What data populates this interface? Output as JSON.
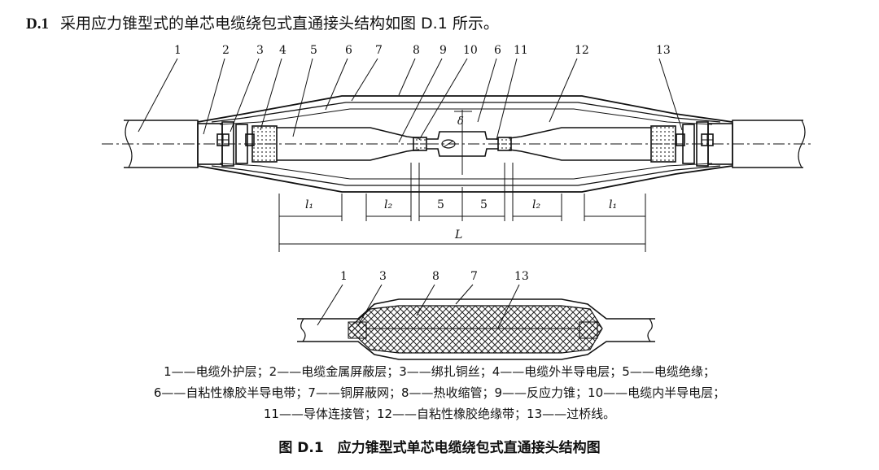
{
  "heading": {
    "number": "D.1",
    "text": "采用应力锥型式的单芯电缆绕包式直通接头结构如图 D.1 所示。"
  },
  "top_callouts": [
    "1",
    "2",
    "3",
    "4",
    "5",
    "6",
    "7",
    "8",
    "9",
    "10",
    "6",
    "11",
    "12",
    "13"
  ],
  "dimensions": {
    "l1": "l₁",
    "l2": "l₂",
    "five": "5",
    "total": "L"
  },
  "bottom_callouts": [
    "1",
    "3",
    "8",
    "7",
    "13"
  ],
  "legend": {
    "line1": "1——电缆外护层；2——电缆金属屏蔽层；3——绑扎铜丝；4——电缆外半导电层；5——电缆绝缘；",
    "line2": "6——自粘性橡胶半导电带；7——铜屏蔽网；8——热收缩管；9——反应力锥；10——电缆内半导电层；",
    "line3": "11——导体连接管；12——自粘性橡胶绝缘带；13——过桥线。"
  },
  "caption": "图 D.1　应力锥型式单芯电缆绕包式直通接头结构图"
}
